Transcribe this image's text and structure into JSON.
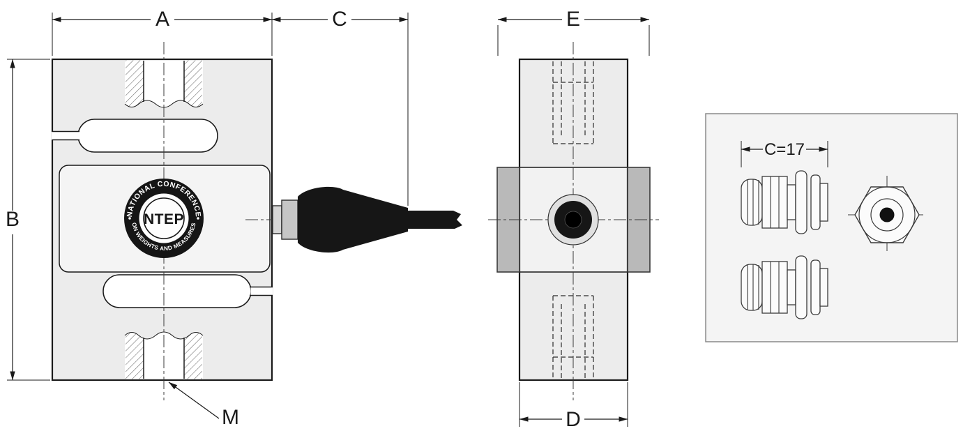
{
  "dims": {
    "a": "A",
    "b": "B",
    "c": "C",
    "d": "D",
    "e": "E",
    "m": "M",
    "inset_c": "C=17"
  },
  "seal": {
    "arc_top": "NATIONAL CONFERENCE",
    "arc_bottom": "ON WEIGHTS AND MEASURES",
    "center": "NTEP"
  },
  "colors": {
    "line": "#1a1a1a",
    "body_fill": "#ececec",
    "mid_fill": "#f4f4f4",
    "plate_fill": "#b9b9b9",
    "inset_fill": "#f4f4f4",
    "connector_fill": "#161616"
  }
}
